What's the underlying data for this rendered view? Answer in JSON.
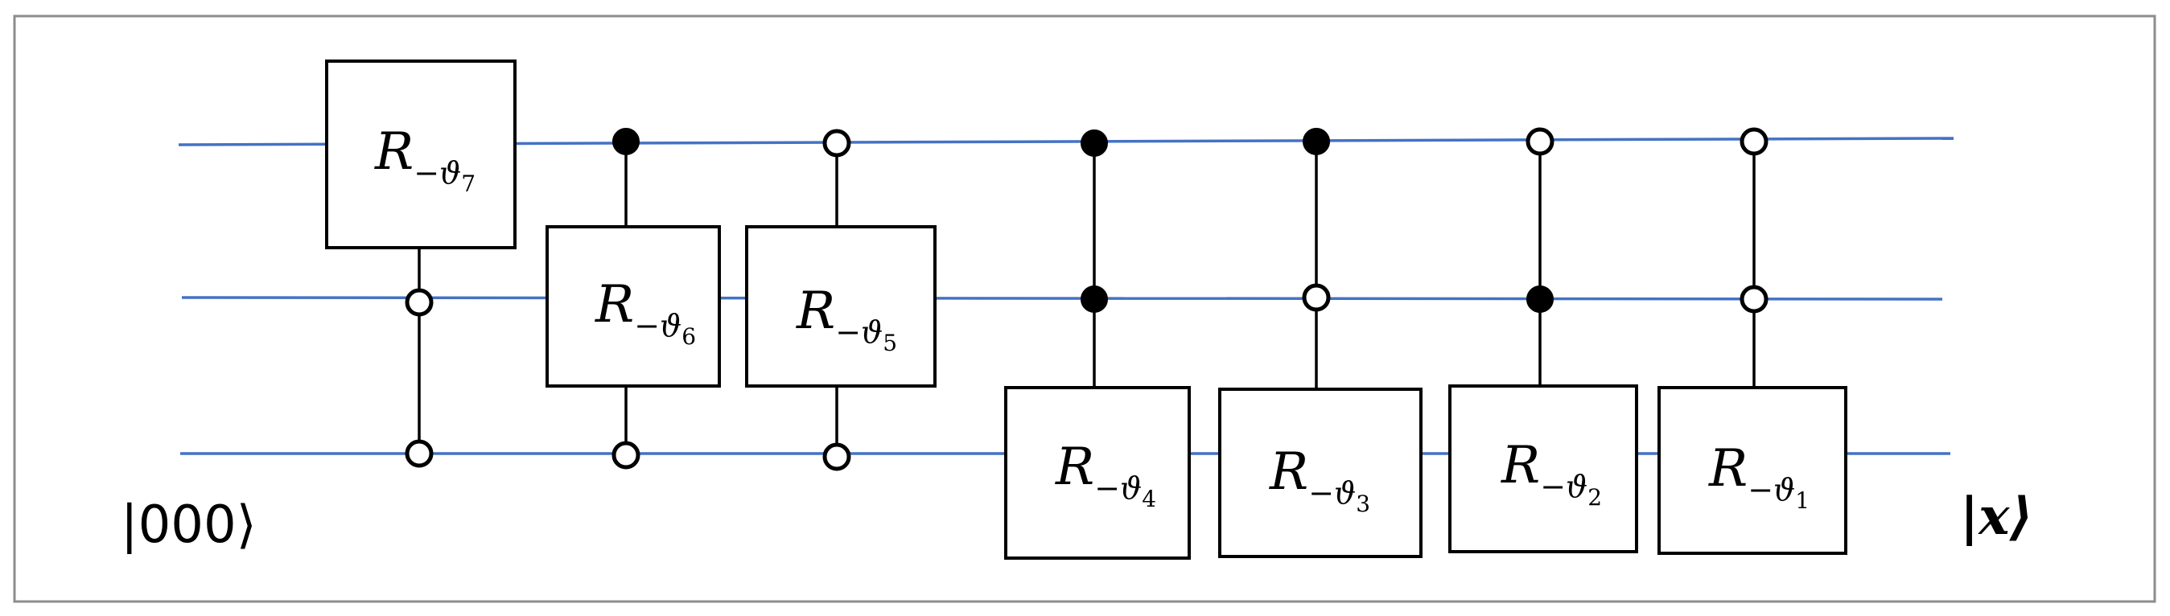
{
  "input_state": "|000⟩",
  "output_state": "|x⟩",
  "gate_symbol": "R",
  "gate_prefix": "−ϑ",
  "colors": {
    "wire": "#4472C4",
    "frame": "#7f7f7f"
  },
  "gates": [
    {
      "index": "7",
      "controls": [
        "open",
        "open"
      ]
    },
    {
      "index": "6",
      "controls": [
        "filled",
        "open"
      ]
    },
    {
      "index": "5",
      "controls": [
        "open",
        "open"
      ]
    },
    {
      "index": "4",
      "controls": [
        "filled",
        "filled"
      ]
    },
    {
      "index": "3",
      "controls": [
        "filled",
        "open"
      ]
    },
    {
      "index": "2",
      "controls": [
        "open",
        "filled"
      ]
    },
    {
      "index": "1",
      "controls": [
        "open",
        "open"
      ]
    }
  ]
}
